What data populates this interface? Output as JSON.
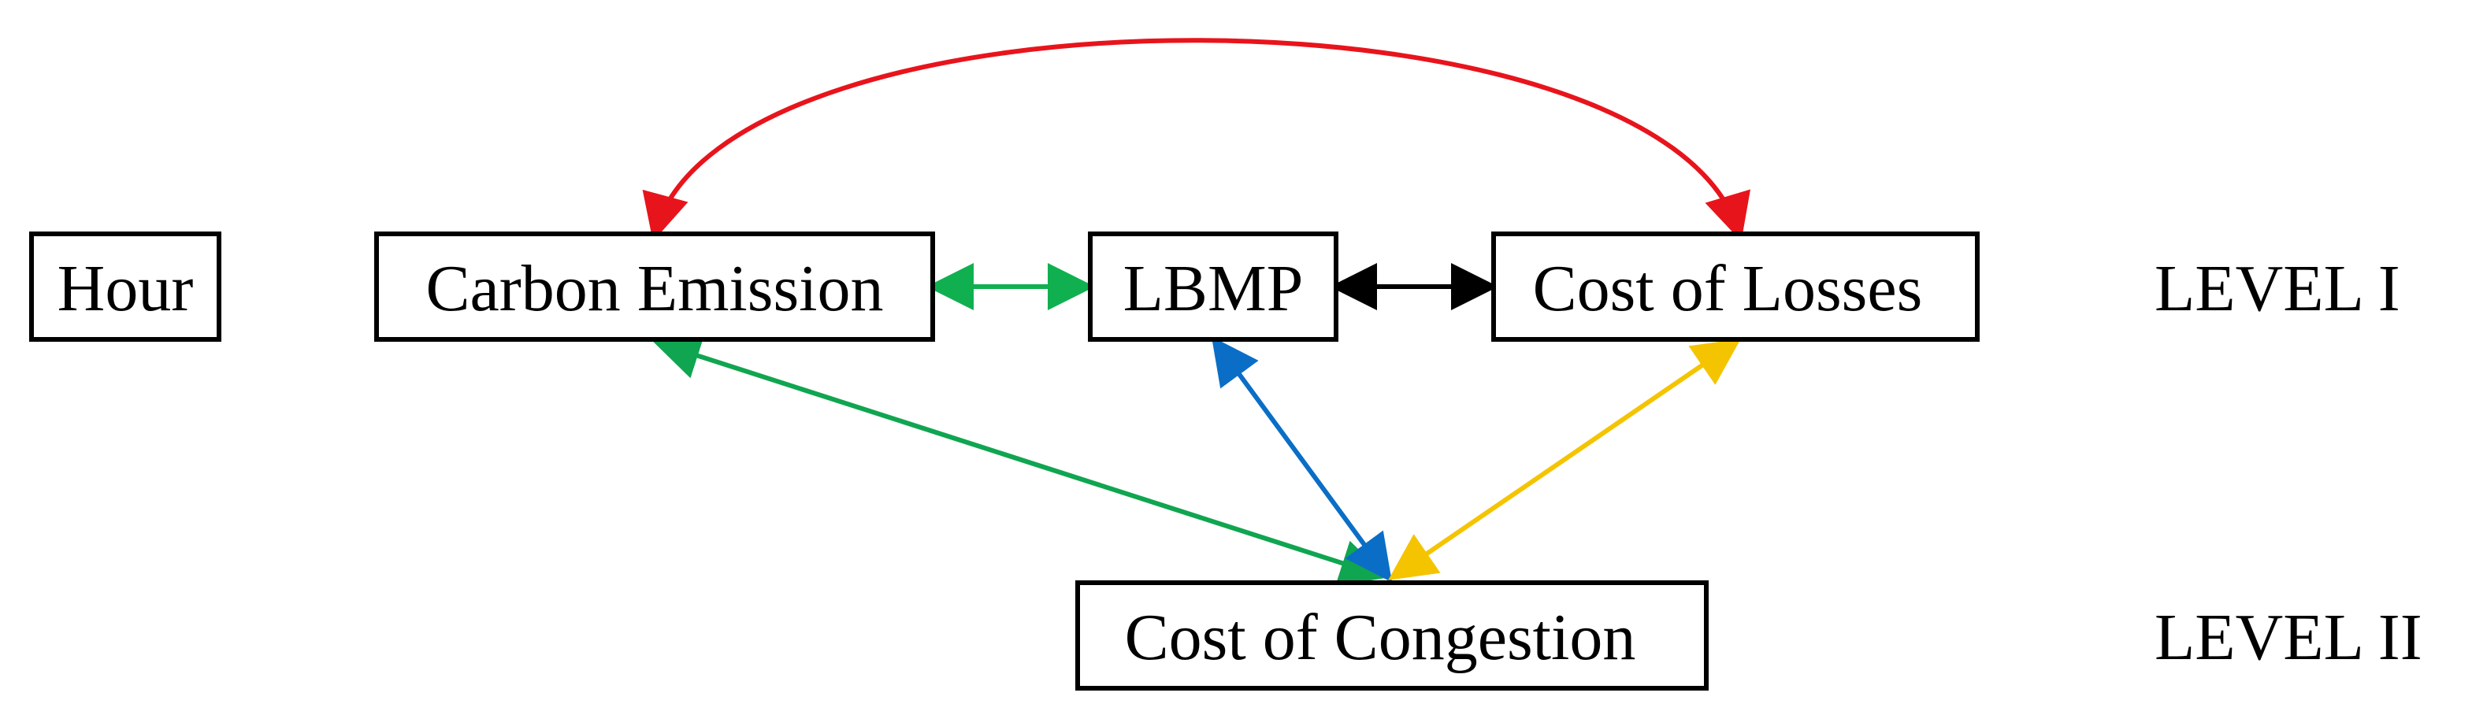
{
  "nodes": {
    "hour": "Hour",
    "carbon_emission": "Carbon Emission",
    "lbmp": "LBMP",
    "cost_of_losses": "Cost of Losses",
    "cost_of_congestion": "Cost of Congestion"
  },
  "levels": {
    "level_1": "LEVEL I",
    "level_2": "LEVEL II"
  },
  "connections": [
    {
      "from": "carbon_emission",
      "to": "cost_of_losses",
      "color": "#e8141c",
      "style": "curved",
      "bidirectional": true
    },
    {
      "from": "carbon_emission",
      "to": "lbmp",
      "color": "#10b050",
      "bidirectional": true
    },
    {
      "from": "lbmp",
      "to": "cost_of_losses",
      "color": "#000000",
      "bidirectional": true
    },
    {
      "from": "carbon_emission",
      "to": "cost_of_congestion",
      "color": "#10a550",
      "bidirectional": true
    },
    {
      "from": "lbmp",
      "to": "cost_of_congestion",
      "color": "#0a6ec6",
      "bidirectional": true
    },
    {
      "from": "cost_of_losses",
      "to": "cost_of_congestion",
      "color": "#f5c400",
      "bidirectional": true
    }
  ]
}
